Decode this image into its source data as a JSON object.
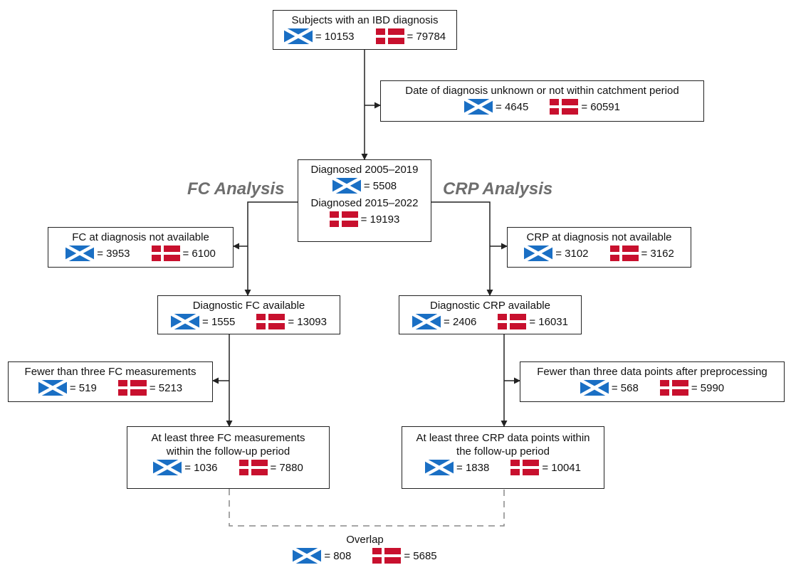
{
  "flags": {
    "scotland": {
      "field": "#1a6fc4",
      "cross": "#ffffff"
    },
    "denmark": {
      "field": "#c8102e",
      "cross": "#ffffff"
    }
  },
  "headings": {
    "fc": "FC Analysis",
    "crp": "CRP Analysis"
  },
  "boxes": {
    "subjects": {
      "lines": [
        "Subjects with an IBD diagnosis"
      ],
      "scotland": "= 10153",
      "denmark": "= 79784"
    },
    "date_unknown": {
      "lines": [
        "Date of diagnosis unknown or not within catchment period"
      ],
      "scotland": "= 4645",
      "denmark": "= 60591"
    },
    "diagnosed": {
      "line1": "Diagnosed 2005–2019",
      "scotland": "= 5508",
      "line2": "Diagnosed 2015–2022",
      "denmark": "= 19193"
    },
    "fc_not_available": {
      "lines": [
        "FC at diagnosis not available"
      ],
      "scotland": "= 3953",
      "denmark": "= 6100"
    },
    "crp_not_available": {
      "lines": [
        "CRP at diagnosis not available"
      ],
      "scotland": "= 3102",
      "denmark": "= 3162"
    },
    "fc_available": {
      "lines": [
        "Diagnostic FC available"
      ],
      "scotland": "= 1555",
      "denmark": "= 13093"
    },
    "crp_available": {
      "lines": [
        "Diagnostic CRP available"
      ],
      "scotland": "= 2406",
      "denmark": "= 16031"
    },
    "fc_fewer": {
      "lines": [
        "Fewer than three FC measurements"
      ],
      "scotland": "= 519",
      "denmark": "= 5213"
    },
    "crp_fewer": {
      "lines": [
        "Fewer than three data points after preprocessing"
      ],
      "scotland": "= 568",
      "denmark": "= 5990"
    },
    "fc_atleast": {
      "lines": [
        "At least three FC measurements",
        "within the follow-up period"
      ],
      "scotland": "= 1036",
      "denmark": "= 7880"
    },
    "crp_atleast": {
      "lines": [
        "At least three CRP data points within",
        "the follow-up period"
      ],
      "scotland": "= 1838",
      "denmark": "= 10041"
    },
    "overlap": {
      "lines": [
        "Overlap"
      ],
      "scotland": "= 808",
      "denmark": "= 5685"
    }
  }
}
